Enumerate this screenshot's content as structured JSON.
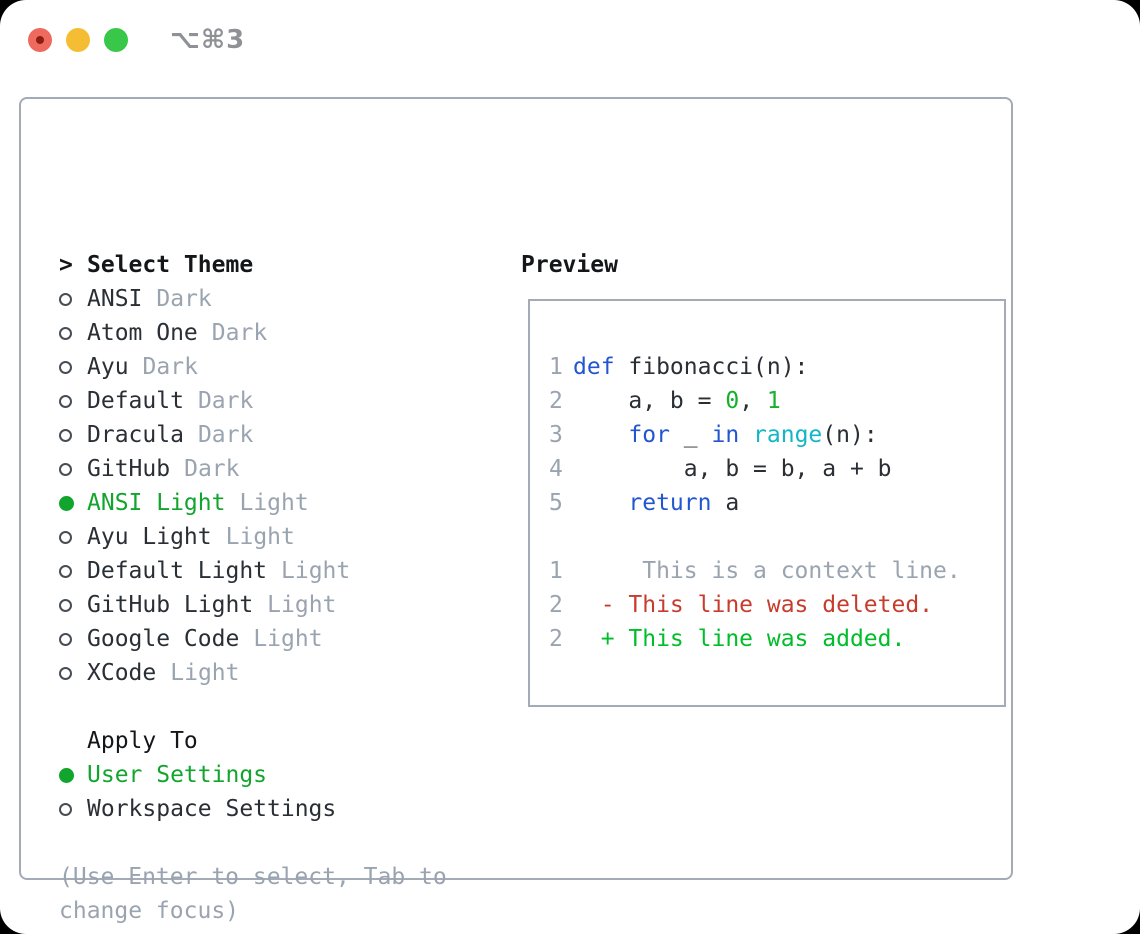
{
  "window": {
    "title": "⌥⌘3",
    "traffic_lights": [
      "close",
      "minimize",
      "zoom"
    ]
  },
  "theme_panel": {
    "header_prompt": ">",
    "header": "Select Theme",
    "themes": [
      {
        "name": "ANSI",
        "variant": "Dark",
        "selected": false
      },
      {
        "name": "Atom One",
        "variant": "Dark",
        "selected": false
      },
      {
        "name": "Ayu",
        "variant": "Dark",
        "selected": false
      },
      {
        "name": "Default",
        "variant": "Dark",
        "selected": false
      },
      {
        "name": "Dracula",
        "variant": "Dark",
        "selected": false
      },
      {
        "name": "GitHub",
        "variant": "Dark",
        "selected": false
      },
      {
        "name": "ANSI Light",
        "variant": "Light",
        "selected": true
      },
      {
        "name": "Ayu Light",
        "variant": "Light",
        "selected": false
      },
      {
        "name": "Default Light",
        "variant": "Light",
        "selected": false
      },
      {
        "name": "GitHub Light",
        "variant": "Light",
        "selected": false
      },
      {
        "name": "Google Code",
        "variant": "Light",
        "selected": false
      },
      {
        "name": "XCode",
        "variant": "Light",
        "selected": false
      }
    ],
    "apply_to": {
      "header": "Apply To",
      "options": [
        {
          "name": "User Settings",
          "selected": true
        },
        {
          "name": "Workspace Settings",
          "selected": false
        }
      ]
    },
    "hint": "(Use Enter to select, Tab to change focus)"
  },
  "preview": {
    "header": "Preview",
    "code_lines": [
      {
        "num": "1",
        "tokens": [
          {
            "t": "def",
            "c": "keyword"
          },
          {
            "t": " fibonacci(n):",
            "c": "plain"
          }
        ]
      },
      {
        "num": "2",
        "tokens": [
          {
            "t": "    a, b = ",
            "c": "plain"
          },
          {
            "t": "0",
            "c": "number"
          },
          {
            "t": ", ",
            "c": "plain"
          },
          {
            "t": "1",
            "c": "number"
          }
        ]
      },
      {
        "num": "3",
        "tokens": [
          {
            "t": "    ",
            "c": "plain"
          },
          {
            "t": "for",
            "c": "keyword"
          },
          {
            "t": " _ ",
            "c": "plain"
          },
          {
            "t": "in",
            "c": "keyword"
          },
          {
            "t": " ",
            "c": "plain"
          },
          {
            "t": "range",
            "c": "builtin"
          },
          {
            "t": "(n):",
            "c": "plain"
          }
        ]
      },
      {
        "num": "4",
        "tokens": [
          {
            "t": "        a, b = b, a + b",
            "c": "plain"
          }
        ]
      },
      {
        "num": "5",
        "tokens": [
          {
            "t": "    ",
            "c": "plain"
          },
          {
            "t": "return",
            "c": "keyword"
          },
          {
            "t": " a",
            "c": "plain"
          }
        ]
      }
    ],
    "diff_lines": [
      {
        "num": "1",
        "text": "     This is a context line.",
        "kind": "context"
      },
      {
        "num": "2",
        "text": "  - This line was deleted.",
        "kind": "deleted"
      },
      {
        "num": "2",
        "text": "  + This line was added.",
        "kind": "added"
      }
    ]
  },
  "colors": {
    "accent-green": "#12a52e",
    "keyword-blue": "#2256d0",
    "builtin-cyan": "#12b6c6",
    "literal-green": "#16b02c",
    "added-green": "#00bd2a",
    "deleted-red": "#c63d2e",
    "muted-gray": "#9aa4b0",
    "text-dark": "#2a2f36",
    "header-black": "#141619",
    "border-gray": "#a3abb6",
    "radio-ring": "#474d55",
    "traffic-red": "#ee6a5f",
    "traffic-red-dot": "#8c1d12",
    "traffic-yellow": "#f5bd33",
    "traffic-green": "#38c748"
  }
}
